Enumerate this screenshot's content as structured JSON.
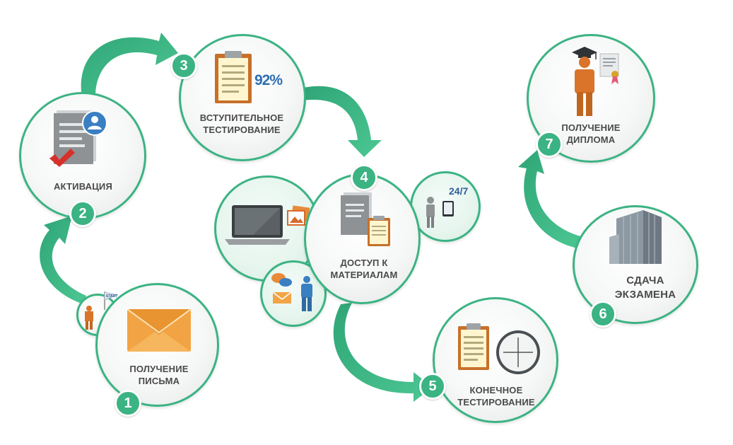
{
  "steps": [
    {
      "number": "1",
      "label_lines": [
        "ПОЛУЧЕНИЕ",
        "ПИСЬМА"
      ]
    },
    {
      "number": "2",
      "label_lines": [
        "АКТИВАЦИЯ"
      ]
    },
    {
      "number": "3",
      "label_lines": [
        "ВСТУПИТЕЛЬНОЕ",
        "ТЕСТИРОВАНИЕ"
      ]
    },
    {
      "number": "4",
      "label_lines": [
        "ДОСТУП К",
        "МАТЕРИАЛАМ"
      ]
    },
    {
      "number": "5",
      "label_lines": [
        "КОНЕЧНОЕ",
        "ТЕСТИРОВАНИЕ"
      ]
    },
    {
      "number": "6",
      "label_lines": [
        "СДАЧА",
        "ЭКЗАМЕНА"
      ]
    },
    {
      "number": "7",
      "label_lines": [
        "ПОЛУЧЕНИЕ",
        "ДИПЛОМА"
      ]
    }
  ],
  "icon_texts": {
    "start_flag": "START",
    "score": "92%",
    "availability": "24/7"
  },
  "icons": [
    "envelope-icon",
    "document-user-icon",
    "clipboard-icon",
    "laptop-icon",
    "pictures-icon",
    "chat-icon",
    "person-icon",
    "tablet-icon",
    "clock-icon",
    "building-icon",
    "graduate-icon",
    "diploma-icon",
    "start-flag-icon"
  ],
  "colors": {
    "accent": "#3bb383",
    "accent_dark": "#2e9a6f",
    "text": "#4a4a4a",
    "orange": "#e67e22",
    "blue": "#2d6fb3"
  }
}
